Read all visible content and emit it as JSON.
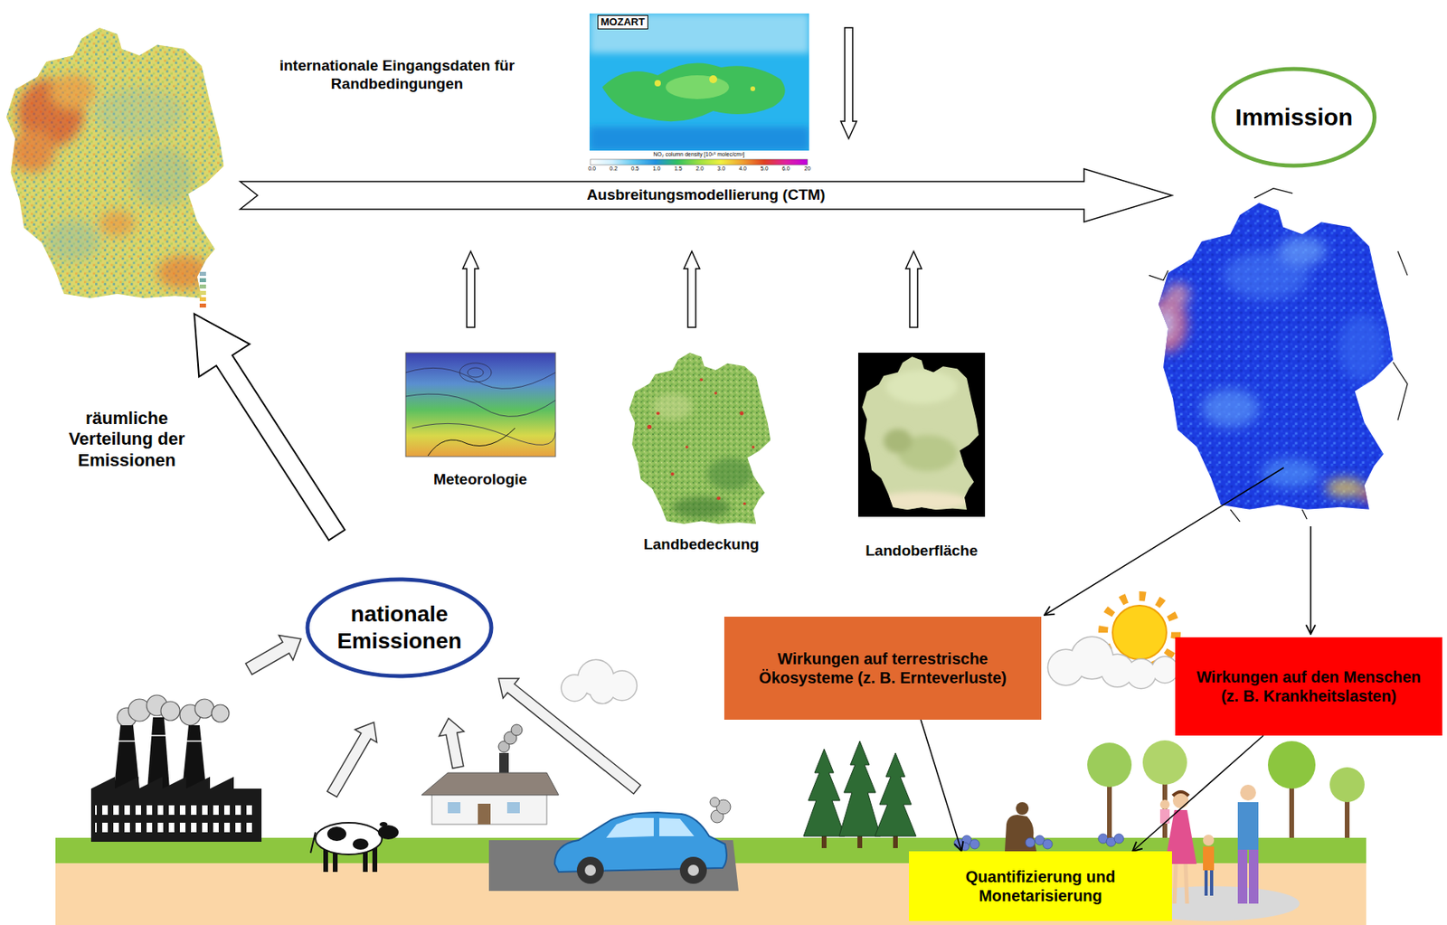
{
  "diagram": {
    "nodes": [
      {
        "text": [
          "Ausbreitungsmodellierung (CTM)"
        ]
      },
      {
        "text": [
          "Immission"
        ]
      },
      {
        "text": [
          "nationale Emissionen"
        ]
      },
      {
        "text": [
          "Wirkungen auf terrestrische Ökosysteme (z. B. Ernteverluste)"
        ]
      },
      {
        "text": [
          "Wirkungen auf den Menschen (z. B. Krankheitslasten)"
        ]
      },
      {
        "text": [
          "Quantifizierung und Monetarisierung"
        ]
      }
    ],
    "edges": [
      {
        "from": 3,
        "to": 5,
        "arrow": "to"
      },
      {
        "from": 4,
        "to": 5,
        "arrow": "to"
      }
    ],
    "labels": [
      "internationale Eingangsdaten für Randbedingungen",
      "MOZART",
      "NO₂ column density [10¹⁵ molec/cm²]",
      "0.0",
      "0.2",
      "0.5",
      "1.0",
      "1.5",
      "2.0",
      "3.0",
      "4.0",
      "5.0",
      "6.0",
      "20",
      "räumliche Verteilung der Emissionen",
      "Meteorologie",
      "Landbedeckung",
      "Landoberfläche"
    ]
  }
}
